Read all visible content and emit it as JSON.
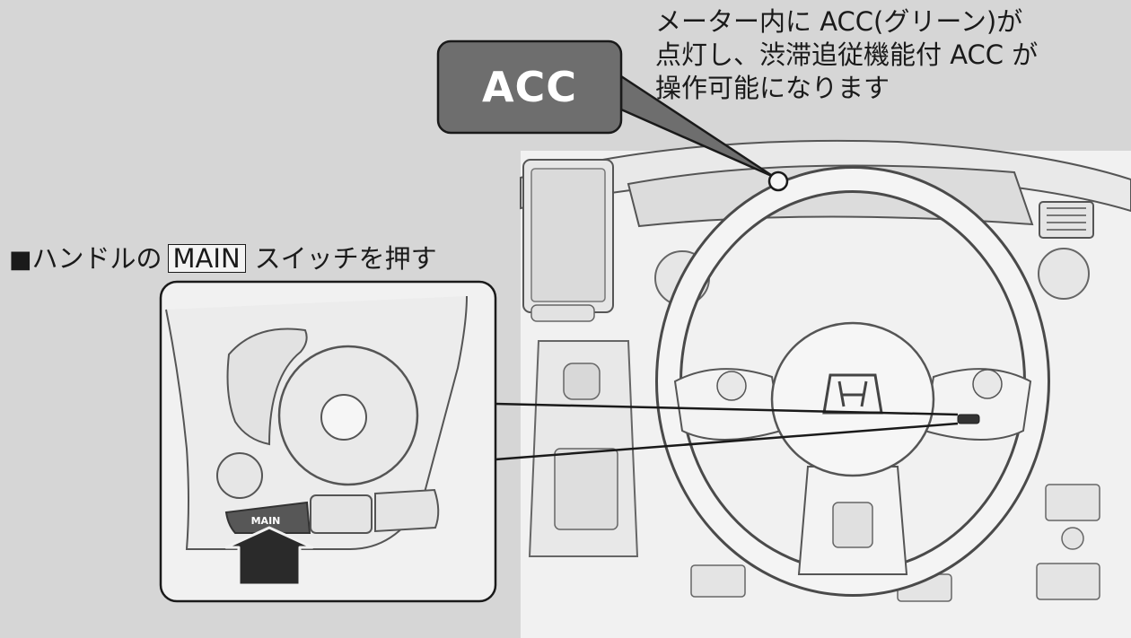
{
  "callout": {
    "acc_label": "ACC",
    "lines": [
      "メーター内に ACC(グリーン)が",
      "点灯し、渋滞追従機能付 ACC が",
      "操作可能になります"
    ]
  },
  "heading": {
    "bullet": "■",
    "before": "ハンドルの",
    "switch_name": "MAIN",
    "after": "スイッチを押す"
  },
  "button_label": "MAIN",
  "colors": {
    "background": "#d6d6d6",
    "callout_fill": "#6e6e6e",
    "line": "#1a1a1a",
    "panel": "#f1f1f1",
    "main_button": "#575757",
    "arrow": "#2a2a2a"
  }
}
